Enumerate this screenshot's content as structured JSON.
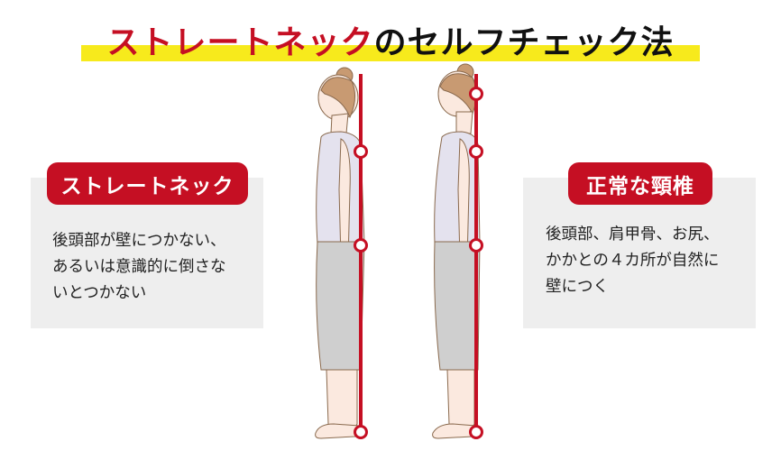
{
  "title": {
    "highlight": "ストレートネック",
    "rest": "のセルフチェック法",
    "highlight_color": "#c50f23",
    "band_color": "#f7ea1c"
  },
  "panels": [
    {
      "badge": "ストレートネック",
      "text": "後頭部が壁につかない、\nあるいは意識的に倒さな\nいとつかない"
    },
    {
      "badge": "正常な頸椎",
      "text": "後頭部、肩甲骨、お尻、\nかかとの４カ所が自然に\n壁につく"
    }
  ],
  "figures": [
    {
      "label": "straight-neck-posture",
      "contact_points": [
        "shoulder-blade",
        "buttocks",
        "heel"
      ]
    },
    {
      "label": "normal-posture",
      "contact_points": [
        "back-of-head",
        "shoulder-blade",
        "buttocks",
        "heel"
      ]
    }
  ],
  "colors": {
    "accent": "#c50f23",
    "card_bg": "#eeeeee",
    "text": "#222222"
  }
}
